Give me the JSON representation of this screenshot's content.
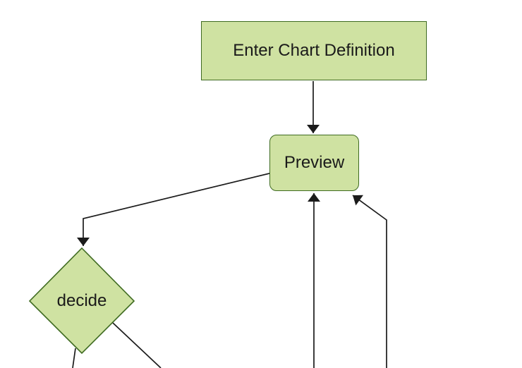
{
  "diagram": {
    "type": "flowchart",
    "nodes": {
      "enter": {
        "label": "Enter Chart Definition",
        "shape": "rectangle"
      },
      "preview": {
        "label": "Preview",
        "shape": "rounded-rectangle"
      },
      "decide": {
        "label": "decide",
        "shape": "diamond"
      }
    },
    "edges": [
      {
        "from": "Enter Chart Definition",
        "to": "Preview",
        "arrow": true
      },
      {
        "from": "Preview",
        "to": "decide",
        "arrow": true
      },
      {
        "from": "offscreen-bottom-left",
        "to": "Preview",
        "arrow": true
      },
      {
        "from": "offscreen-bottom-right",
        "to": "Preview",
        "arrow": true
      },
      {
        "from": "decide",
        "to": "offscreen-bottom",
        "arrow": false
      },
      {
        "from": "decide",
        "to": "offscreen-bottom",
        "arrow": false
      }
    ],
    "colors": {
      "node_fill": "#cfe2a2",
      "node_border": "#3f6b21",
      "edge": "#1b1b1b",
      "text": "#1a1a1a",
      "background": "#ffffff"
    }
  }
}
